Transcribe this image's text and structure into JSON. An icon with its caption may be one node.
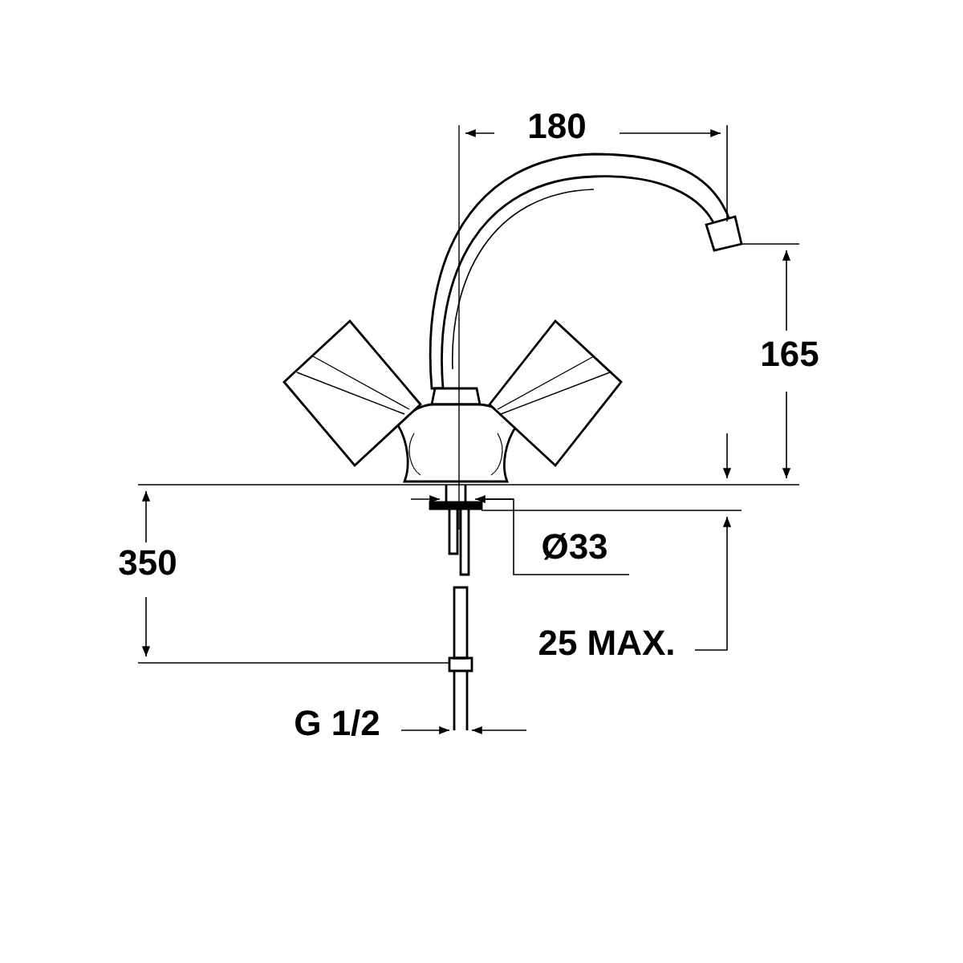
{
  "diagram": {
    "labels": [
      "180",
      "165",
      "350",
      "Ø33",
      "25 MAX.",
      "G 1/2"
    ]
  }
}
